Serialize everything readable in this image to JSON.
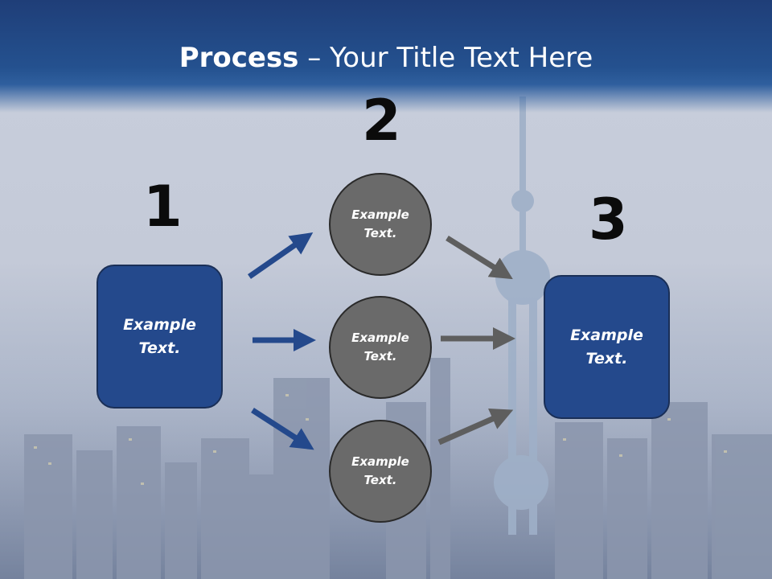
{
  "title": {
    "bold": "Process",
    "rest": " – Your Title Text Here"
  },
  "colors": {
    "header": "#24518f",
    "box": "#24498c",
    "circle": "#6a6a6a",
    "blue_arrow": "#24498c",
    "gray_arrow": "#5e5e5e"
  },
  "steps": {
    "one": {
      "number": "1",
      "line1": "Example",
      "line2": "Text."
    },
    "two": {
      "number": "2",
      "top": {
        "line1": "Example",
        "line2": "Text."
      },
      "middle": {
        "line1": "Example",
        "line2": "Text."
      },
      "bottom": {
        "line1": "Example",
        "line2": "Text."
      }
    },
    "three": {
      "number": "3",
      "line1": "Example",
      "line2": "Text."
    }
  }
}
